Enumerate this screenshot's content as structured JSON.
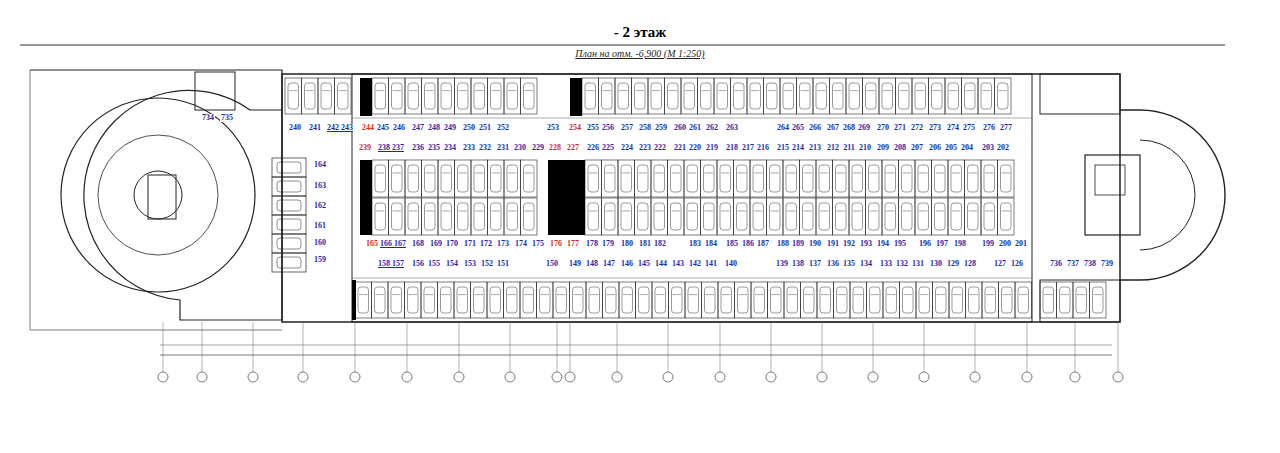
{
  "diagram": {
    "title": "- 2 этаж",
    "labels": [
      "План на отм. -6,900 (М 1:250)",
      "734",
      "735",
      "240",
      "241",
      "242 243",
      "244",
      "245",
      "246",
      "247",
      "248",
      "249",
      "250",
      "251",
      "252",
      "253",
      "254",
      "255",
      "256",
      "257",
      "258",
      "259",
      "260",
      "261",
      "262",
      "263",
      "264",
      "265",
      "266",
      "267",
      "268",
      "269",
      "270",
      "271",
      "272",
      "273",
      "274",
      "275",
      "276",
      "277",
      "239",
      "238 237",
      "236",
      "235",
      "234",
      "233",
      "232",
      "231",
      "230",
      "229",
      "228",
      "227",
      "226",
      "225",
      "224",
      "223",
      "222",
      "221",
      "220",
      "219",
      "218",
      "217",
      "216",
      "215",
      "214",
      "213",
      "212",
      "211",
      "210",
      "209",
      "208",
      "207",
      "206",
      "205",
      "204",
      "203",
      "202",
      "164",
      "163",
      "162",
      "161",
      "160",
      "159",
      "165",
      "166 167",
      "168",
      "169",
      "170",
      "171",
      "172",
      "173",
      "174",
      "175",
      "176",
      "177",
      "178",
      "179",
      "180",
      "181",
      "182",
      "183",
      "184",
      "185",
      "186",
      "187",
      "188",
      "189",
      "190",
      "191",
      "192",
      "193",
      "194",
      "195",
      "196",
      "197",
      "198",
      "199",
      "200",
      "201",
      "158 157",
      "156",
      "155",
      "154",
      "153",
      "152",
      "151",
      "150",
      "149",
      "148",
      "147",
      "146",
      "145",
      "144",
      "143",
      "142",
      "141",
      "140",
      "139",
      "138",
      "137",
      "136",
      "135",
      "134",
      "133",
      "132",
      "131",
      "130",
      "129",
      "128",
      "127",
      "126",
      "736",
      "737",
      "738",
      "739"
    ]
  }
}
